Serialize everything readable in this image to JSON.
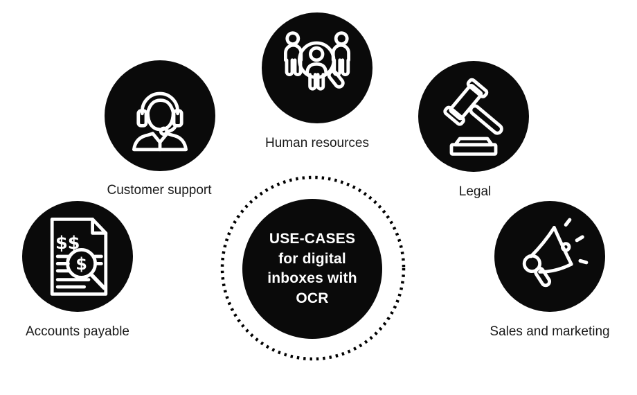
{
  "title": "USE-CASES for digital inboxes with OCR",
  "center": {
    "lines": [
      "USE-CASES",
      "for digital",
      "inboxes with",
      "OCR"
    ]
  },
  "nodes": [
    {
      "label": "Human resources",
      "icon": "people-search-icon"
    },
    {
      "label": "Customer support",
      "icon": "support-headset-icon"
    },
    {
      "label": "Legal",
      "icon": "gavel-icon"
    },
    {
      "label": "Accounts payable",
      "icon": "invoice-search-icon"
    },
    {
      "label": "Sales and marketing",
      "icon": "megaphone-icon"
    }
  ],
  "icon_glyphs": {
    "invoice_top": "$$",
    "invoice_lens": "$"
  },
  "colors": {
    "background": "#ffffff",
    "circle_fill": "#0a0a0a",
    "icon_stroke": "#ffffff",
    "label_text": "#1a1a1a",
    "center_text": "#ffffff",
    "ring": "#000000"
  }
}
